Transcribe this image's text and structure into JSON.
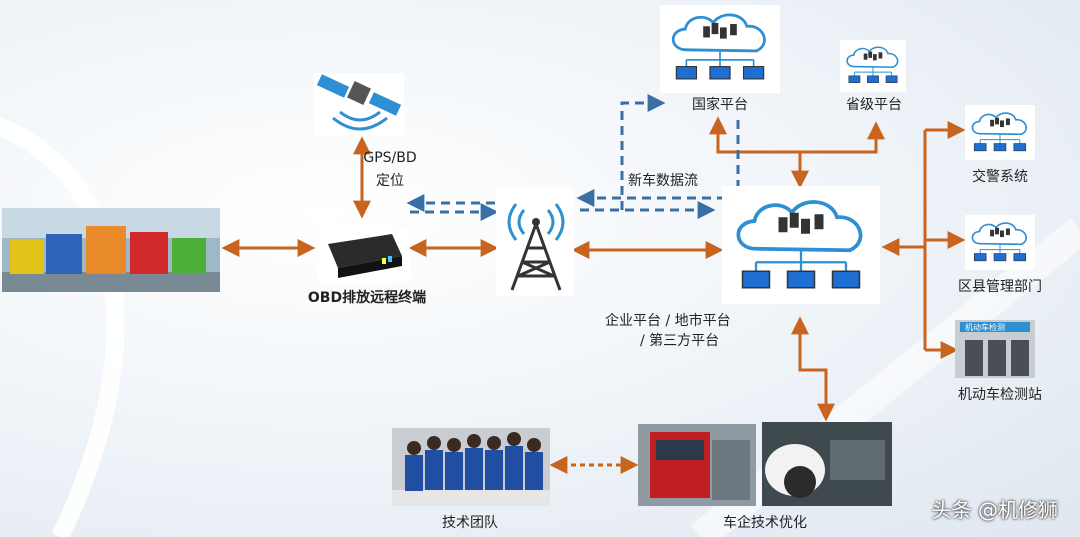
{
  "labels": {
    "gps": "GPS/BD",
    "gps2": "定位",
    "obd": "OBD排放远程终端",
    "national": "国家平台",
    "provincial": "省级平台",
    "newcar": "新车数据流",
    "enterprise1": "企业平台 / 地市平台",
    "enterprise2": "/ 第三方平台",
    "police": "交警系统",
    "county": "区县管理部门",
    "station": "机动车检测站",
    "team": "技术团队",
    "optimize": "车企技术优化"
  },
  "station_sign": "机动车检测",
  "watermark": "头条 @机修狮",
  "colors": {
    "solid_arrow": "#c8641e",
    "dashed_arrow": "#3a6fa5"
  }
}
